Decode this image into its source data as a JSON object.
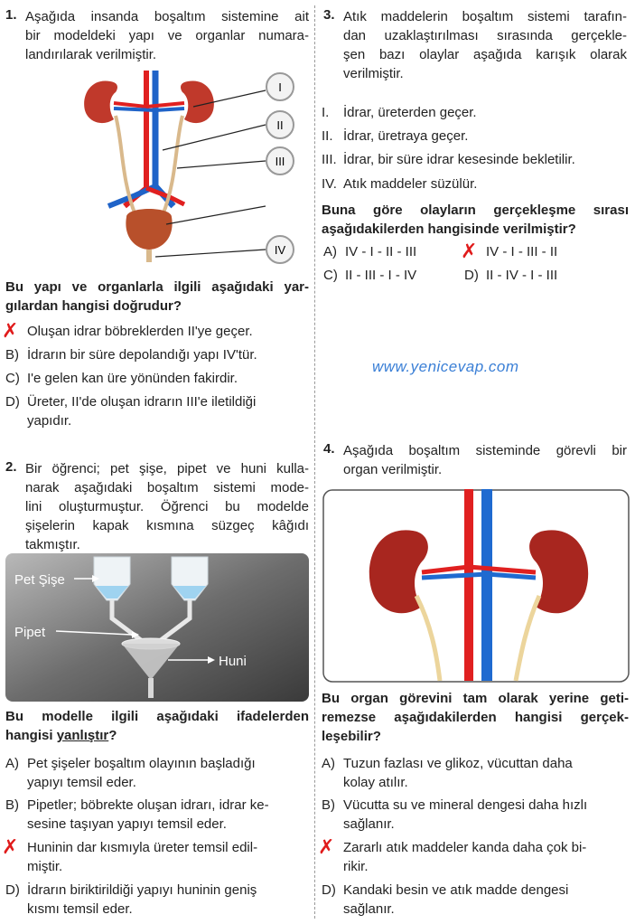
{
  "q1": {
    "number": "1.",
    "stem": [
      "Aşağıda insanda boşaltım sistemine ait",
      "bir modeldeki yapı ve organlar numara-",
      "landırılarak verilmiştir."
    ],
    "labels": [
      "I",
      "II",
      "III",
      "IV"
    ],
    "question": [
      "Bu yapı ve organlarla ilgili aşağıdaki yar-",
      "gılardan hangisi doğrudur?"
    ],
    "options": [
      {
        "letter": "A)",
        "text": [
          "Oluşan idrar böbreklerden II'ye geçer."
        ]
      },
      {
        "letter": "B)",
        "text": [
          "İdrarın bir süre depolandığı yapı IV'tür."
        ]
      },
      {
        "letter": "C)",
        "text": [
          "I'e gelen kan üre yönünden fakirdir."
        ]
      },
      {
        "letter": "D)",
        "text": [
          "Üreter, II'de oluşan idrarın III'e iletildiği",
          "yapıdır."
        ]
      }
    ]
  },
  "q2": {
    "number": "2.",
    "stem": [
      "Bir öğrenci; pet şişe, pipet ve huni kulla-",
      "narak aşağıdaki boşaltım sistemi mode-",
      "lini oluşturmuştur. Öğrenci bu modelde",
      "şişelerin kapak kısmına süzgeç kâğıdı",
      "takmıştır."
    ],
    "labels": {
      "pet": "Pet Şişe",
      "pipet": "Pipet",
      "huni": "Huni"
    },
    "question": [
      "Bu modelle ilgili aşağıdaki ifadelerden",
      "hangisi ",
      "yanlıştır",
      "?"
    ],
    "options": [
      {
        "letter": "A)",
        "text": [
          "Pet şişeler boşaltım olayının başladığı",
          "yapıyı temsil eder."
        ]
      },
      {
        "letter": "B)",
        "text": [
          "Pipetler;  böbrekte oluşan idrarı, idrar ke-",
          "sesine taşıyan yapıyı temsil eder."
        ]
      },
      {
        "letter": "C)",
        "text": [
          "Huninin dar kısmıyla üreter temsil edil-",
          "miştir."
        ]
      },
      {
        "letter": "D)",
        "text": [
          "İdrarın biriktirildiği yapıyı huninin geniş",
          "kısmı temsil eder."
        ]
      }
    ]
  },
  "q3": {
    "number": "3.",
    "stem": [
      "Atık maddelerin boşaltım sistemi tarafın-",
      "dan uzaklaştırılması sırasında gerçekle-",
      "şen bazı olaylar aşağıda karışık olarak",
      "verilmiştir."
    ],
    "items": [
      {
        "num": "I.",
        "text": "İdrar, üreterden geçer."
      },
      {
        "num": "II.",
        "text": "İdrar, üretraya geçer."
      },
      {
        "num": "III.",
        "text": "İdrar, bir süre idrar kesesinde bekletilir."
      },
      {
        "num": "IV.",
        "text": "Atık maddeler süzülür."
      }
    ],
    "question": [
      "Buna göre olayların gerçekleşme sırası",
      "aşağıdakilerden hangisinde verilmiştir?"
    ],
    "options": [
      {
        "letter": "A)",
        "text": "IV - I - II - III"
      },
      {
        "letter": "B)",
        "text": "IV - I - III - II"
      },
      {
        "letter": "C)",
        "text": "II - III - I - IV"
      },
      {
        "letter": "D)",
        "text": "II - IV - I - III"
      }
    ]
  },
  "watermark": "www.yenicevap.com",
  "q4": {
    "number": "4.",
    "stem": [
      "Aşağıda boşaltım sisteminde görevli bir",
      "organ verilmiştir."
    ],
    "question": [
      "Bu organ görevini tam olarak yerine geti-",
      "remezse aşağıdakilerden hangisi gerçek-",
      "leşebilir?"
    ],
    "options": [
      {
        "letter": "A)",
        "text": [
          "Tuzun fazlası ve glikoz, vücuttan daha",
          "kolay atılır."
        ]
      },
      {
        "letter": "B)",
        "text": [
          "Vücutta su ve mineral dengesi daha hızlı",
          "sağlanır."
        ]
      },
      {
        "letter": "C)",
        "text": [
          "Zararlı atık maddeler kanda daha çok bi-",
          "rikir."
        ]
      },
      {
        "letter": "D)",
        "text": [
          "Kandaki besin ve atık madde dengesi",
          "sağlanır."
        ]
      }
    ]
  },
  "marks": {
    "symbol": "✗",
    "color": "#e01b1b"
  }
}
